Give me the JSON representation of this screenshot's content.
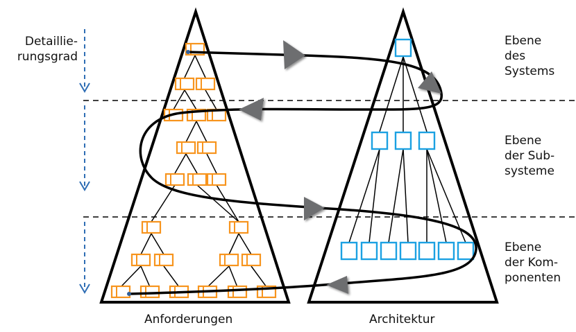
{
  "axis_label": {
    "line1": "Detaillie-",
    "line2": "rungsgrad"
  },
  "levels": [
    {
      "line1": "Ebene",
      "line2": "des",
      "line3": "Systems"
    },
    {
      "line1": "Ebene",
      "line2": "der Sub-",
      "line3": "systeme"
    },
    {
      "line1": "Ebene",
      "line2": "der Kom-",
      "line3": "ponenten"
    }
  ],
  "captions": {
    "left": "Anforderungen",
    "right": "Architektur"
  },
  "colors": {
    "requirement_box": "#f7941d",
    "architecture_box": "#1ba1e2",
    "axis_arrow": "#2e6db4",
    "flow_arrowhead": "#6d6e70",
    "line": "#000000"
  }
}
